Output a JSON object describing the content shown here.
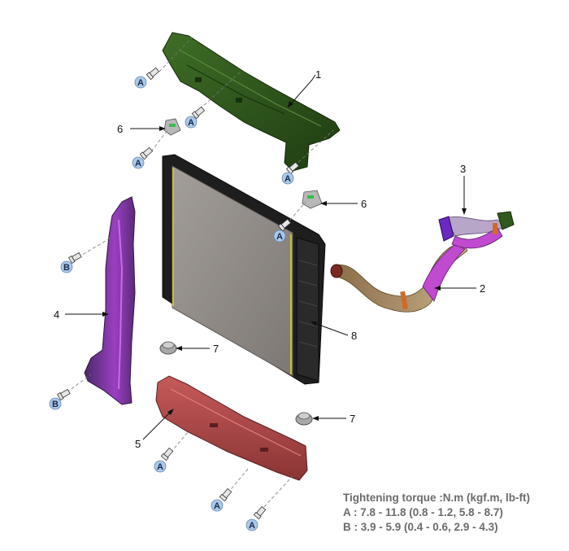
{
  "callouts": {
    "c1": "1",
    "c2": "2",
    "c3": "3",
    "c4": "4",
    "c5": "5",
    "c6a": "6",
    "c6b": "6",
    "c7a": "7",
    "c7b": "7",
    "c8": "8"
  },
  "bolt_labels": {
    "a": "A",
    "b": "B"
  },
  "legend": {
    "title": "Tightening torque :N.m (kgf.m, lb-ft)",
    "line_a": "A : 7.8 - 11.8 (0.8 - 1.2, 5.8 - 8.7)",
    "line_b": "B : 3.9 - 5.9 (0.4 - 0.6, 2.9 - 4.3)"
  },
  "colors": {
    "upper_bracket": "#2f5a1c",
    "side_air_guard": "#7a2ea0",
    "lower_air_guard": "#b04a4a",
    "radiator_core": "#8f8a86",
    "hose_purple": "#c04ad0",
    "hose_brown": "#a88860",
    "badge_fill": "#a9c8ea"
  }
}
